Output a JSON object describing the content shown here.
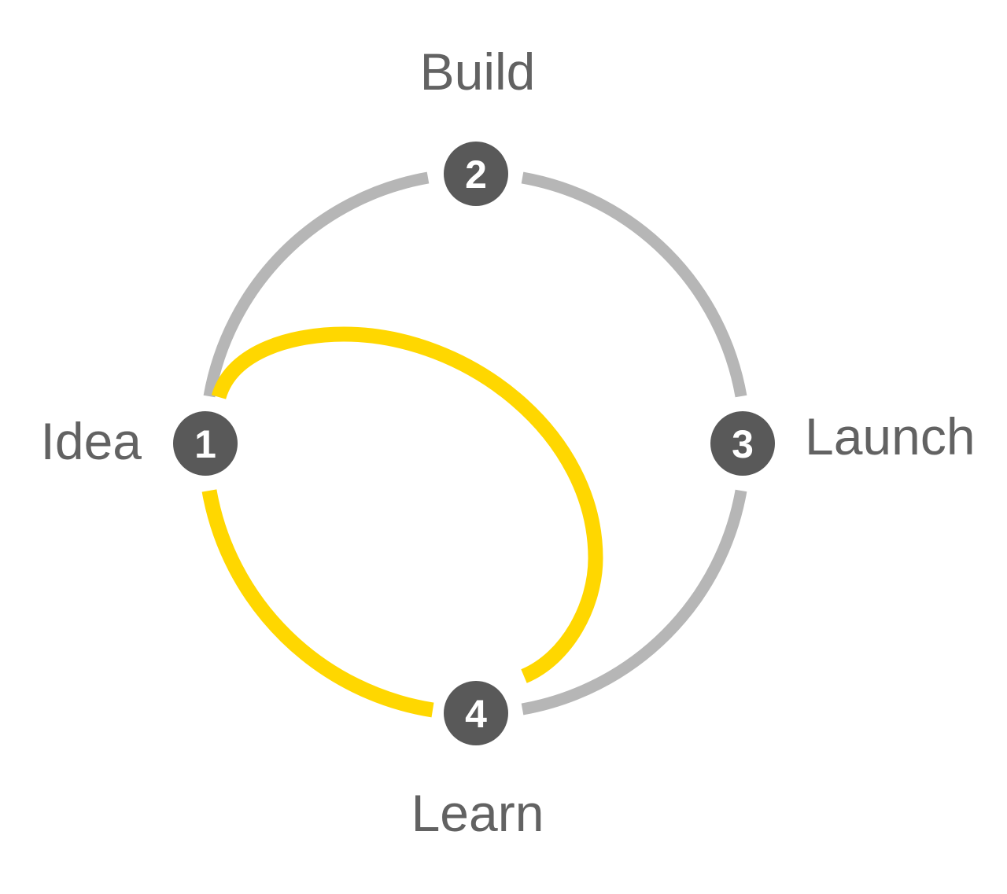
{
  "diagram": {
    "type": "cycle-diagram",
    "description": "Four-stage product cycle with a yellow shortcut loop from Idea to Learn",
    "nodes": [
      {
        "number": "1",
        "label": "Idea",
        "position": "left"
      },
      {
        "number": "2",
        "label": "Build",
        "position": "top"
      },
      {
        "number": "3",
        "label": "Launch",
        "position": "right"
      },
      {
        "number": "4",
        "label": "Learn",
        "position": "bottom"
      }
    ],
    "colors": {
      "background": "#ffffff",
      "node_fill": "#595959",
      "number_text": "#ffffff",
      "label_text": "#626262",
      "arc_gray": "#b6b6b6",
      "arc_yellow": "#ffd700"
    }
  }
}
